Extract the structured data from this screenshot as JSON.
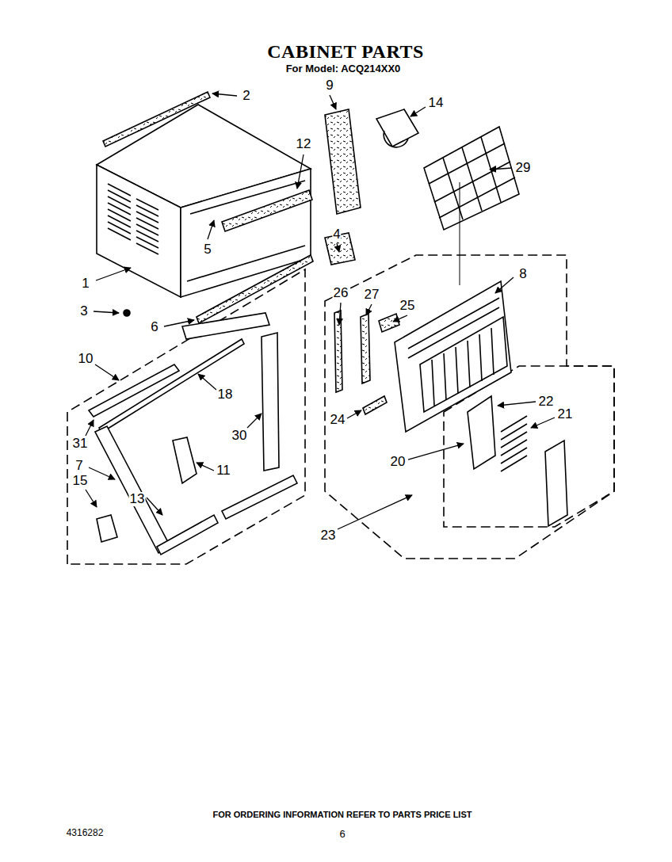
{
  "diagram": {
    "title": "CABINET PARTS",
    "labels": [
      "For Model: ACQ214XX0",
      "2",
      "9",
      "14",
      "12",
      "29",
      "5",
      "4",
      "1",
      "3",
      "8",
      "26",
      "27",
      "25",
      "6",
      "10",
      "18",
      "22",
      "21",
      "24",
      "31",
      "30",
      "20",
      "7",
      "11",
      "15",
      "13",
      "23",
      "FOR ORDERING INFORMATION REFER TO PARTS PRICE LIST",
      "4316282",
      "6"
    ]
  }
}
